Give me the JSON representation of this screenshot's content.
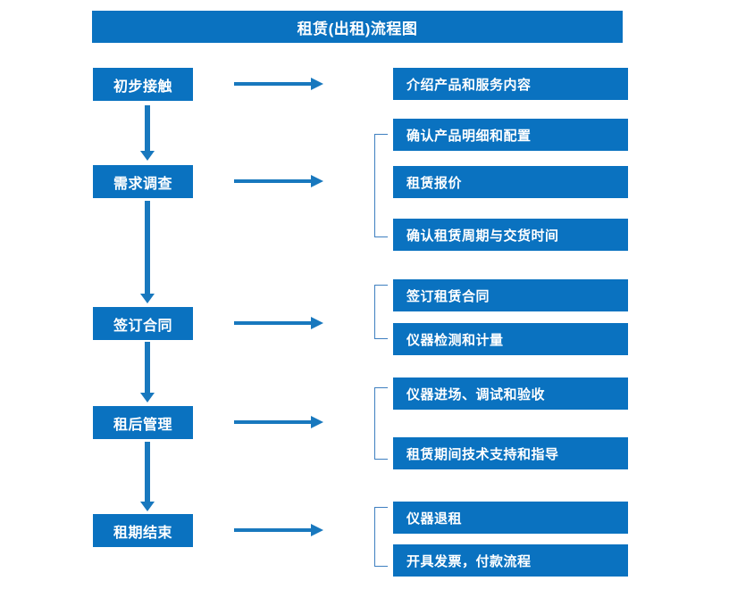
{
  "diagram": {
    "title": "租赁(出租)流程图",
    "accent_color": "#0A72C0",
    "arrow_color": "#1878BE",
    "bracket_color": "#3E7FC0",
    "text_color": "#FFFFFF",
    "background_color": "#FFFFFF",
    "stages": [
      {
        "id": "stage-initial-contact",
        "label": "初步接触",
        "details": [
          "介绍产品和服务内容"
        ],
        "bracketed": false
      },
      {
        "id": "stage-demand-survey",
        "label": "需求调查",
        "details": [
          "确认产品明细和配置",
          "租赁报价",
          "确认租赁周期与交货时间"
        ],
        "bracketed": true
      },
      {
        "id": "stage-sign-contract",
        "label": "签订合同",
        "details": [
          "签订租赁合同",
          "仪器检测和计量"
        ],
        "bracketed": true
      },
      {
        "id": "stage-post-rental-management",
        "label": "租后管理",
        "details": [
          "仪器进场、调试和验收",
          "租赁期间技术支持和指导"
        ],
        "bracketed": true
      },
      {
        "id": "stage-rental-end",
        "label": "租期结束",
        "details": [
          "仪器退租",
          "开具发票，付款流程"
        ],
        "bracketed": true
      }
    ],
    "detail_boxes": [
      "介绍产品和服务内容",
      "确认产品明细和配置",
      "租赁报价",
      "确认租赁周期与交货时间",
      "签订租赁合同",
      "仪器检测和计量",
      "仪器进场、调试和验收",
      "租赁期间技术支持和指导",
      "仪器退租",
      "开具发票，付款流程"
    ]
  }
}
